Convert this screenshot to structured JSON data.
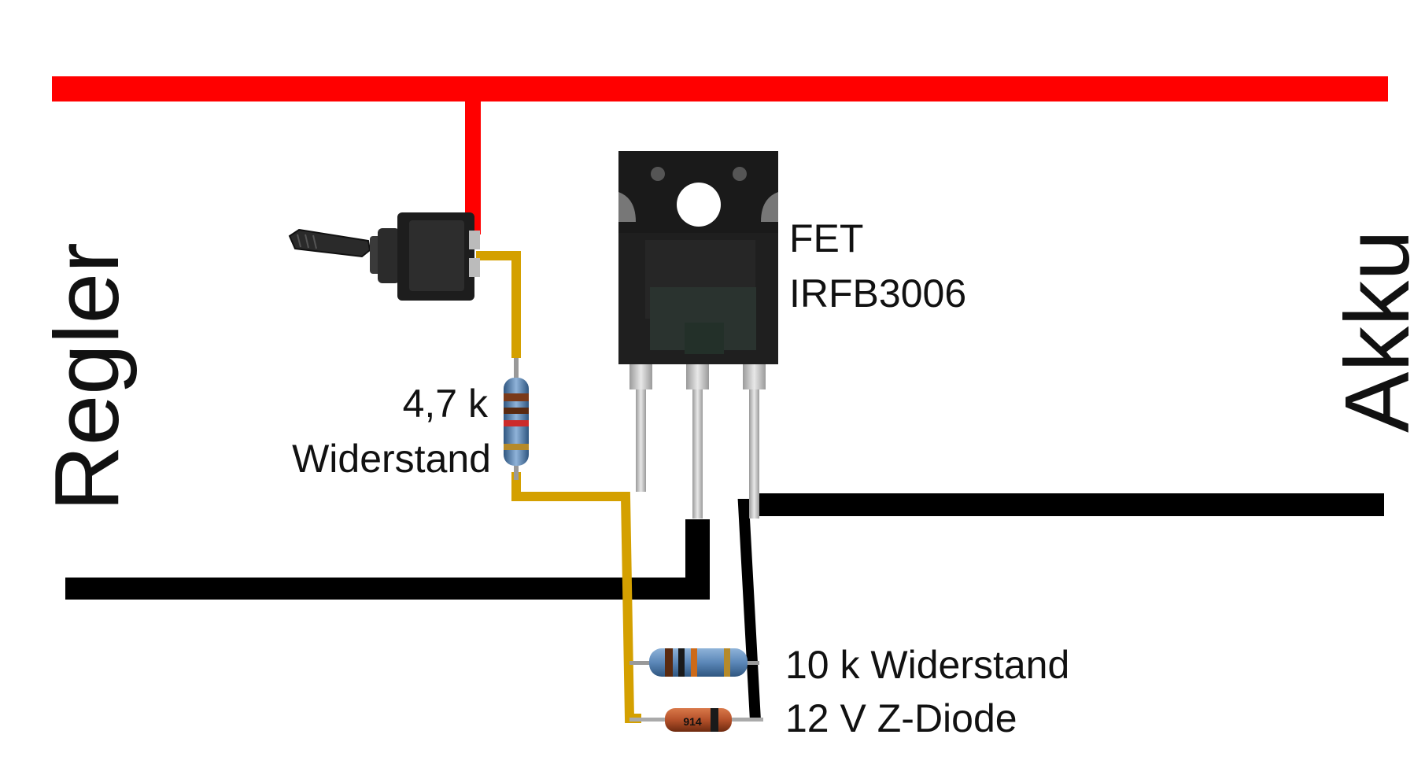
{
  "labels": {
    "left_side": "Regler",
    "right_side": "Akku",
    "fet_line1": "FET",
    "fet_line2": "IRFB3006",
    "resistor1_line1": "4,7 k",
    "resistor1_line2": "Widerstand",
    "resistor2": "10 k Widerstand",
    "zener": "12 V Z-Diode",
    "zener_marking": "914"
  },
  "colors": {
    "positive_wire": "#ff0000",
    "negative_wire": "#000000",
    "signal_wire": "#d4a000",
    "resistor_body": "#5b87b8",
    "diode_body": "#b5512a",
    "fet_body": "#1f1f1f"
  },
  "components": [
    {
      "type": "toggle-switch-icon"
    },
    {
      "type": "resistor",
      "value": "4,7 k"
    },
    {
      "type": "mosfet",
      "part": "IRFB3006",
      "package": "TO-247"
    },
    {
      "type": "resistor",
      "value": "10 k"
    },
    {
      "type": "zener-diode",
      "value": "12 V"
    }
  ]
}
